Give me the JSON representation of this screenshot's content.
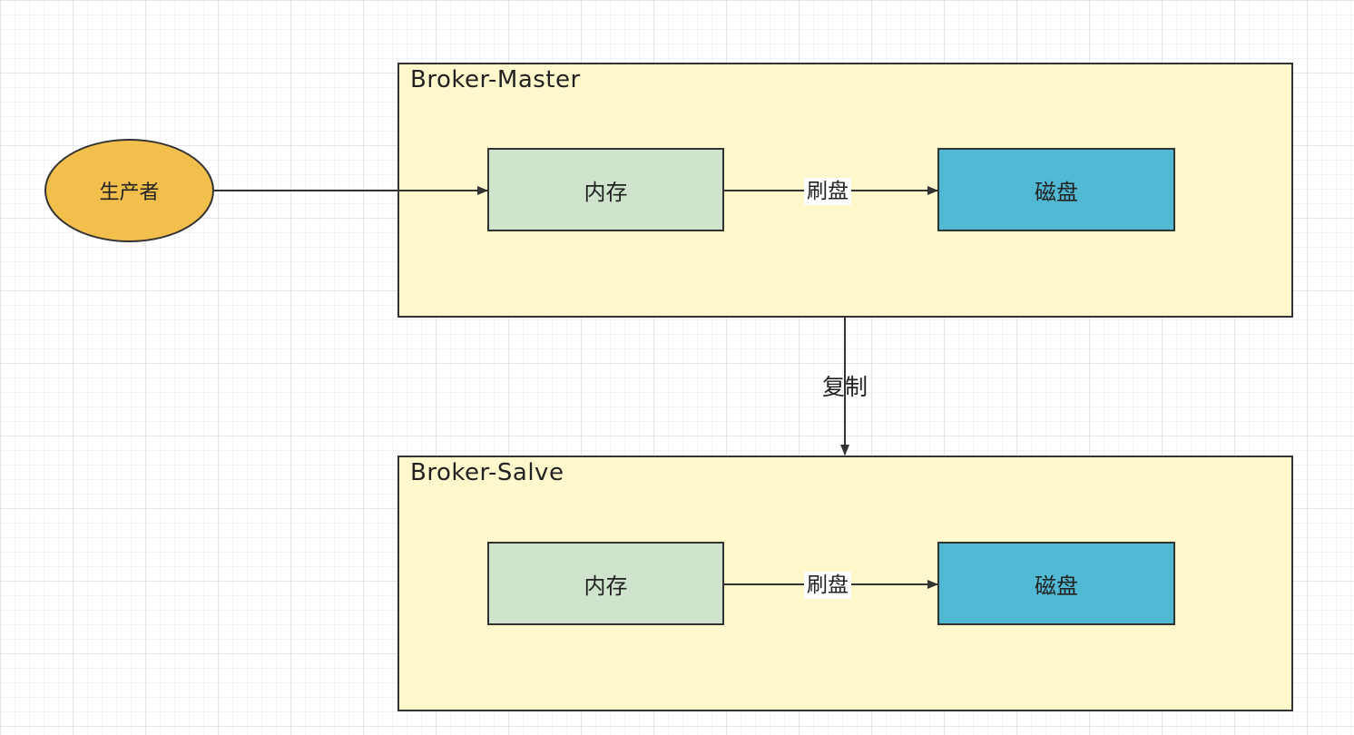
{
  "nodes": {
    "producer": {
      "label": "生产者"
    },
    "master": {
      "title": "Broker-Master",
      "memory": "内存",
      "disk": "磁盘",
      "flush_label": "刷盘"
    },
    "slave": {
      "title": "Broker-Salve",
      "memory": "内存",
      "disk": "磁盘",
      "flush_label": "刷盘"
    }
  },
  "edges": {
    "replicate_label": "复制"
  },
  "colors": {
    "broker_fill": "#fff8cd",
    "memory_fill": "#cfe3cd",
    "disk_fill": "#52b9d4",
    "producer_fill": "#f2bf4c",
    "stroke": "#333333"
  }
}
